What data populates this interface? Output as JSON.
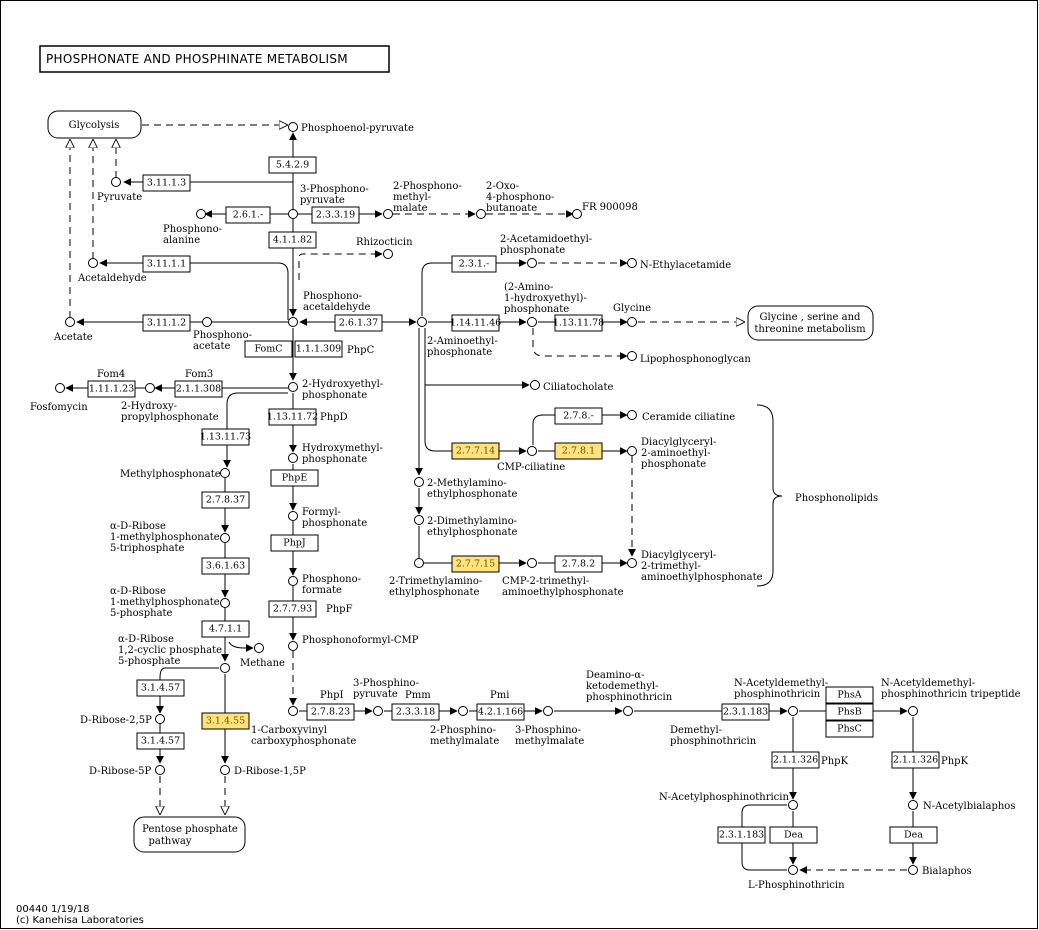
{
  "title": "PHOSPHONATE AND PHOSPHINATE METABOLISM",
  "footer": [
    "00440 1/19/18",
    "(c) Kanehisa Laboratories"
  ],
  "colors": {
    "highlight": "#ffe27c",
    "line": "#000000",
    "background": "#ffffff"
  },
  "maps": {
    "glycolysis": "Glycolysis",
    "glycine": [
      "Glycine , serine and",
      "threonine metabolism"
    ],
    "pentose": [
      "Pentose phosphate",
      "pathway"
    ]
  },
  "enzymes": {
    "e5429": "5.4.2.9",
    "e31113": "3.11.1.3",
    "e2617": "2.6.1.-",
    "e23319": "2.3.3.19",
    "e41182": "4.1.1.82",
    "e31111": "3.11.1.1",
    "e31112": "3.11.1.2",
    "e26137": "2.6.1.37",
    "e1111309": "1.1.1.309",
    "e2317": "2.3.1.-",
    "e1141146": "1.14.11.46",
    "e1131178": "1.13.11.78",
    "e1111323": "1.11.1.23",
    "e211308": "2.1.1.308",
    "e1131172": "1.13.11.72",
    "e1131173": "1.13.11.73",
    "e2787": "2.7.8.-",
    "e27714": "2.7.7.14",
    "e2781": "2.7.8.1",
    "e27837": "2.7.8.37",
    "e36163": "3.6.1.63",
    "e27715": "2.7.7.15",
    "e2782": "2.7.8.2",
    "e2.7.7.93": "2.7.7.93",
    "e4711": "4.7.1.1",
    "e31457a": "3.1.4.57",
    "e31455": "3.1.4.55",
    "e31457b": "3.1.4.57",
    "e27823": "2.7.8.23",
    "e23318": "2.3.3.18",
    "e421166": "4.2.1.166",
    "e231183a": "2.3.1.183",
    "e211326a": "2.1.1.326",
    "e211326b": "2.1.1.326",
    "e231183b": "2.3.1.183"
  },
  "gene_boxes": {
    "fomc": "FomC",
    "phpe": "PhpE",
    "phpj": "PhpJ",
    "phsa": "PhsA",
    "phsb": "PhsB",
    "phsc": "PhsC",
    "dea1": "Dea",
    "dea2": "Dea"
  },
  "gene_labels": {
    "phpc": "PhpC",
    "phpd": "PhpD",
    "phpf": "PhpF",
    "fom4": "Fom4",
    "fom3": "Fom3",
    "phpi": "PhpI",
    "pmm": "Pmm",
    "pmi": "Pmi",
    "phpk1": "PhpK",
    "phpk2": "PhpK"
  },
  "compounds": {
    "pep": "Phosphoenol-pyruvate",
    "pyruvate": "Pyruvate",
    "ppyr": [
      "3-Phosphono-",
      "pyruvate"
    ],
    "pmm_cpd": [
      "2-Phosphono-",
      "methyl-",
      "malate"
    ],
    "opb": [
      "2-Oxo-",
      "4-phosphono-",
      "butanoate"
    ],
    "fr": "FR 900098",
    "palanine": [
      "Phosphono-",
      "alanine"
    ],
    "rhizo": "Rhizocticin",
    "acetald": "Acetaldehyde",
    "pacetald": [
      "Phosphono-",
      "acetaldehyde"
    ],
    "acetate": "Acetate",
    "pacetate": [
      "Phosphono-",
      "acetate"
    ],
    "aep_acet": [
      "2-Acetamidoethyl-",
      "phosphonate"
    ],
    "nethyl": "N-Ethylacetamide",
    "ahep": [
      "(2-Amino-",
      "1-hydroxyethyl)-",
      "phosphonate"
    ],
    "glycine": "Glycine",
    "aep": [
      "2-Aminoethyl-",
      "phosphonate"
    ],
    "lipo": "Lipophosphonoglycan",
    "cilia": "Ciliatocholate",
    "fosfo": "Fosfomycin",
    "hpp": [
      "2-Hydroxy-",
      "propylphosphonate"
    ],
    "hep": [
      "2-Hydroxyethyl-",
      "phosphonate"
    ],
    "ceramide": "Ceramide ciliatine",
    "hmp": [
      "Hydroxymethyl-",
      "phosphonate"
    ],
    "methylp": "Methylphosphonate",
    "cmpcil": "CMP-ciliatine",
    "dag_aep": [
      "Diacylglyceryl-",
      "2-aminoethyl-",
      "phosphonate"
    ],
    "mae": [
      "2-Methylamino-",
      "ethylphosphonate"
    ],
    "phospholipids": "Phosphonolipids",
    "formylp": [
      "Formyl-",
      "phosphonate"
    ],
    "rtp": [
      "α-D-Ribose",
      "1-methylphosphonate",
      "5-triphosphate"
    ],
    "dmae": [
      "2-Dimethylamino-",
      "ethylphosphonate"
    ],
    "pformate": [
      "Phosphono-",
      "formate"
    ],
    "rp5": [
      "α-D-Ribose",
      "1-methylphosphonate",
      "5-phosphate"
    ],
    "tmae": [
      "2-Trimethylamino-",
      "ethylphosphonate"
    ],
    "cmptm": [
      "CMP-2-trimethyl-",
      "aminoethylphosphonate"
    ],
    "dag_tm": [
      "Diacylglyceryl-",
      "2-trimethyl-",
      "aminoethylphosphonate"
    ],
    "pfcmp": "Phosphonoformyl-CMP",
    "methane": "Methane",
    "rcyc": [
      "α-D-Ribose",
      "1,2-cyclic phosphate",
      "5-phosphate"
    ],
    "dr25p": "D-Ribose-2,5P",
    "cvcp": [
      "1-Carboxyvinyl",
      "carboxyphosphonate"
    ],
    "dr5p": "D-Ribose-5P",
    "dr15p": "D-Ribose-1,5P",
    "ppyr2": [
      "3-Phosphino-",
      "pyruvate"
    ],
    "pmal2": [
      "2-Phosphino-",
      "methylmalate"
    ],
    "pmal3": [
      "3-Phosphino-",
      "methylmalate"
    ],
    "dkdp": [
      "Deamino-α-",
      "ketodemethyl-",
      "phosphinothricin"
    ],
    "dmpt": [
      "Demethyl-",
      "phosphinothricin"
    ],
    "nadmpt": [
      "N-Acetyldemethyl-",
      "phosphinothricin"
    ],
    "nadmptt": [
      "N-Acetyldemethyl-",
      "phosphinothricin tripeptide"
    ],
    "napt": "N-Acetylphosphinothricin",
    "nab": "N-Acetylbialaphos",
    "bialaphos": "Bialaphos",
    "lpt": "L-Phosphinothricin"
  }
}
